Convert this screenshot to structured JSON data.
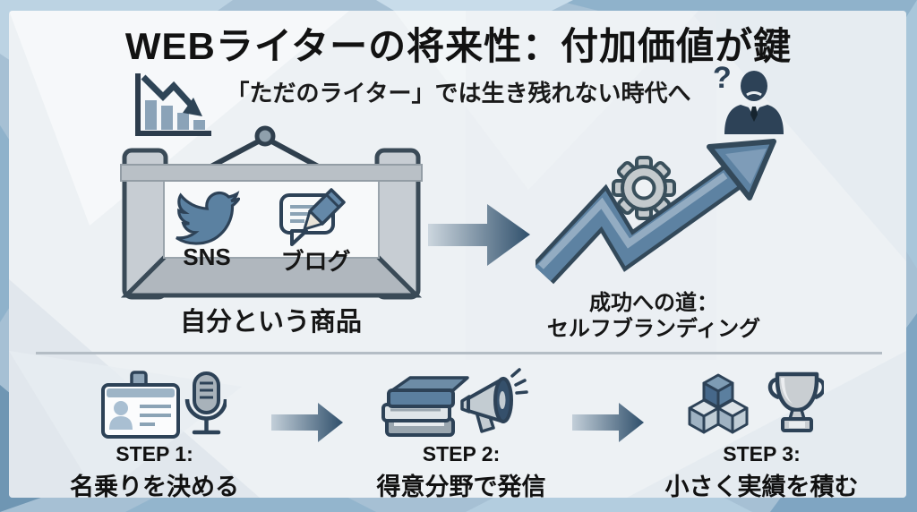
{
  "header": {
    "title": "WEBライターの将来性：付加価値が鍵",
    "subtitle": "「ただのライター」では生き残れない時代へ"
  },
  "product": {
    "sns_label": "SNS",
    "blog_label": "ブログ",
    "caption": "自分という商品"
  },
  "success": {
    "caption_line1": "成功への道：",
    "caption_line2": "セルフブランディング"
  },
  "steps": [
    {
      "label": "STEP 1:",
      "description": "名乗りを決める"
    },
    {
      "label": "STEP 2:",
      "description": "得意分野で発信"
    },
    {
      "label": "STEP 3:",
      "description": "小さく実績を積む"
    }
  ],
  "icons": {
    "question_mark": "?",
    "declining_chart": "declining-chart-icon",
    "worried_businessman": "worried-businessman-icon",
    "twitter_bird": "twitter-bird-icon",
    "blog_bubble_pencil": "blog-icon",
    "gear": "gear-icon",
    "rising_arrow": "rising-arrow-icon",
    "id_badge": "id-badge-icon",
    "microphone": "microphone-icon",
    "books": "books-icon",
    "megaphone": "megaphone-icon",
    "building_blocks": "building-blocks-icon",
    "trophy": "trophy-icon"
  },
  "colors": {
    "accent_navy": "#2d4257",
    "steel_blue": "#5b81a1",
    "frame_blue": "#a6c0d4",
    "panel": "#edf1f4",
    "sign_gray": "#c7cdd3",
    "title_text": "#121212"
  }
}
